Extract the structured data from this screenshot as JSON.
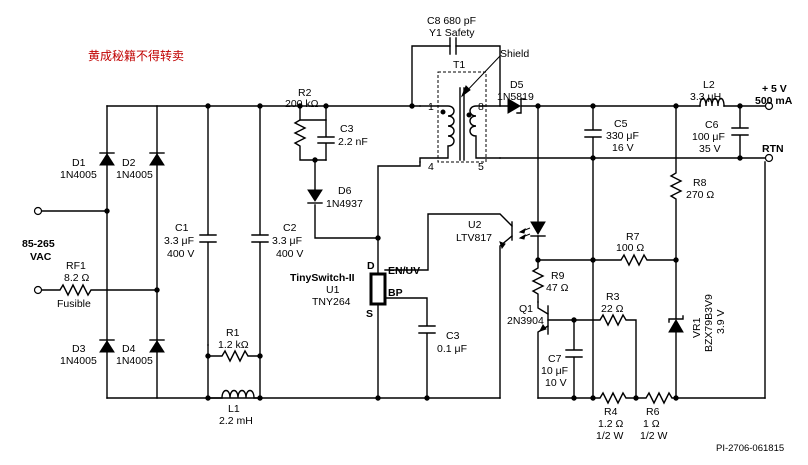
{
  "watermark": "黄成秘籍不得转卖",
  "figure_id": "PI-2706-061815",
  "input": {
    "voltage_range": "85-265",
    "type": "VAC"
  },
  "output": {
    "voltage": "+ 5 V",
    "current": "500 mA",
    "return": "RTN"
  },
  "components": {
    "C8": {
      "ref": "C8 680 pF",
      "value": "Y1 Safety"
    },
    "shield": "Shield",
    "T1": {
      "ref": "T1",
      "pin1": "1",
      "pin8": "8",
      "pin4": "4",
      "pin5": "5"
    },
    "D5": {
      "ref": "D5",
      "part": "1N5819"
    },
    "L2": {
      "ref": "L2",
      "value": "3.3 μH"
    },
    "R2": {
      "ref": "R2",
      "value": "200 kΩ"
    },
    "C3a": {
      "ref": "C3",
      "value": "2.2 nF"
    },
    "C5": {
      "ref": "C5",
      "value": "330 μF",
      "voltage": "16 V"
    },
    "C6": {
      "ref": "C6",
      "value": "100 μF",
      "voltage": "35 V"
    },
    "D1": {
      "ref": "D1",
      "part": "1N4005"
    },
    "D2": {
      "ref": "D2",
      "part": "1N4005"
    },
    "D3": {
      "ref": "D3",
      "part": "1N4005"
    },
    "D4": {
      "ref": "D4",
      "part": "1N4005"
    },
    "D6": {
      "ref": "D6",
      "part": "1N4937"
    },
    "C1": {
      "ref": "C1",
      "value": "3.3 μF",
      "voltage": "400 V"
    },
    "C2": {
      "ref": "C2",
      "value": "3.3 μF",
      "voltage": "400 V"
    },
    "R8": {
      "ref": "R8",
      "value": "270 Ω"
    },
    "U2": {
      "ref": "U2",
      "part": "LTV817"
    },
    "R7": {
      "ref": "R7",
      "value": "100 Ω"
    },
    "RF1": {
      "ref": "RF1",
      "value": "8.2 Ω",
      "note": "Fusible"
    },
    "U1": {
      "family": "TinySwitch-II",
      "ref": "U1",
      "part": "TNY264",
      "pin_d": "D",
      "pin_en": "EN/UV",
      "pin_bp": "BP",
      "pin_s": "S"
    },
    "R9": {
      "ref": "R9",
      "value": "47 Ω"
    },
    "Q1": {
      "ref": "Q1",
      "part": "2N3904"
    },
    "R3": {
      "ref": "R3",
      "value": "22 Ω"
    },
    "VR1": {
      "ref": "VR1",
      "part": "BZX79B3V9",
      "value": "3.9 V"
    },
    "R1": {
      "ref": "R1",
      "value": "1.2 kΩ"
    },
    "C3b": {
      "ref": "C3",
      "value": "0.1 μF"
    },
    "C7": {
      "ref": "C7",
      "value": "10 μF",
      "voltage": "10 V"
    },
    "L1": {
      "ref": "L1",
      "value": "2.2 mH"
    },
    "R4": {
      "ref": "R4",
      "value": "1.2 Ω",
      "power": "1/2 W"
    },
    "R6": {
      "ref": "R6",
      "value": "1 Ω",
      "power": "1/2 W"
    }
  }
}
